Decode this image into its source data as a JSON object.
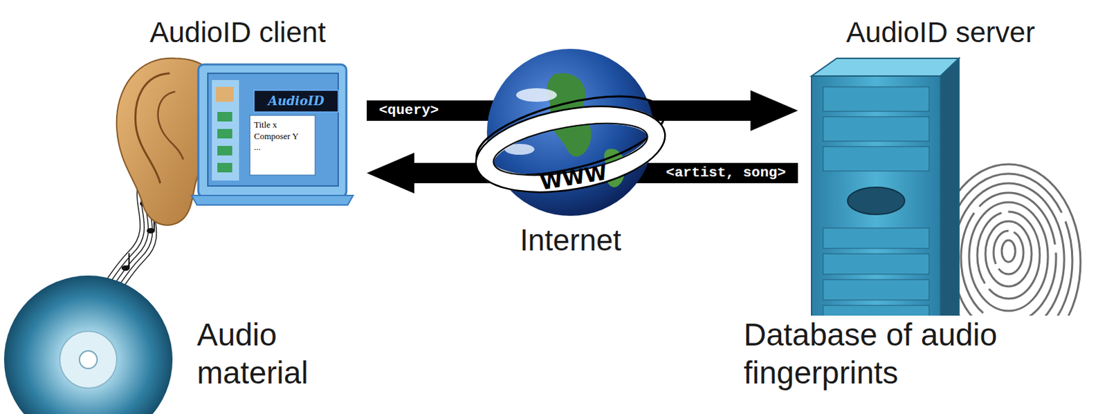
{
  "diagram": {
    "nodes": [
      {
        "text": [
          "AudioID client"
        ]
      },
      {
        "text": [
          "WWW",
          "Internet"
        ]
      },
      {
        "text": [
          "AudioID server"
        ]
      }
    ],
    "edges": [
      {
        "from": 0,
        "to": 2,
        "label": "<query>",
        "arrow": "to"
      },
      {
        "from": 2,
        "to": 0,
        "label": "<artist, song>",
        "arrow": "to"
      }
    ],
    "labels": [
      "AudioID",
      "Title x",
      "Composer Y",
      "...",
      "Audio material",
      "Database of audio fingerprints"
    ]
  }
}
